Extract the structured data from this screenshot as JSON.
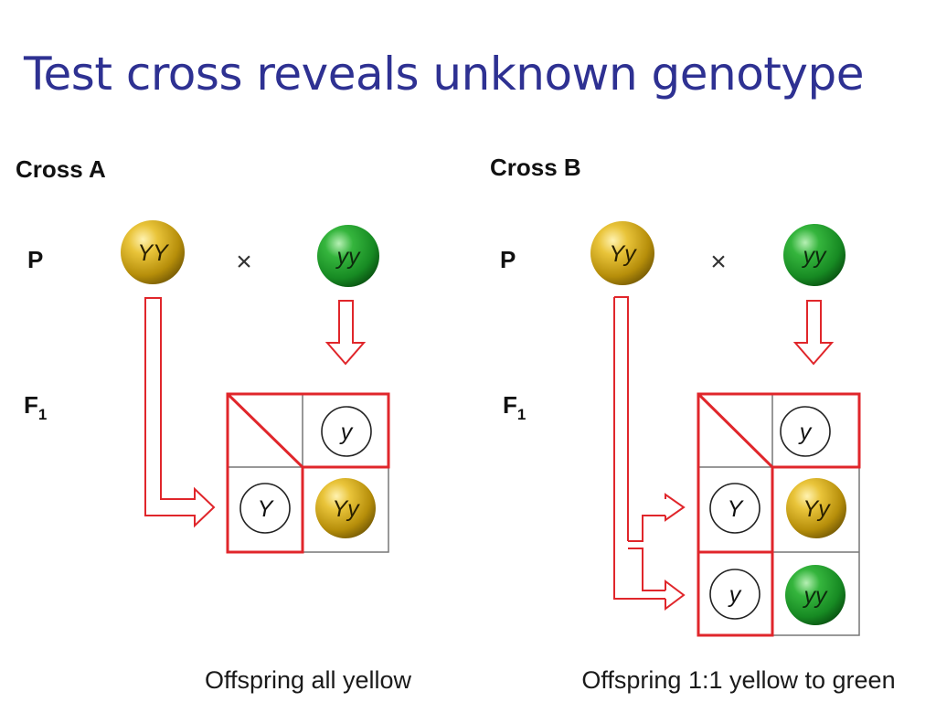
{
  "slide": {
    "title": "Test cross reveals unknown genotype"
  },
  "cross_a": {
    "label": "Cross A",
    "generation_p": "P",
    "generation_f1": "F",
    "generation_f1_sub": "1",
    "parent_1": {
      "genotype": "YY",
      "color": "#c9a20f"
    },
    "cross_symbol": "×",
    "parent_2": {
      "genotype": "yy",
      "color": "#1f9a2e"
    },
    "gamete_col": "y",
    "gamete_row": "Y",
    "offspring": {
      "genotype": "Yy",
      "color": "#c9a20f"
    },
    "caption": "Offspring all yellow"
  },
  "cross_b": {
    "label": "Cross B",
    "generation_p": "P",
    "generation_f1": "F",
    "generation_f1_sub": "1",
    "parent_1": {
      "genotype": "Yy",
      "color": "#c9a20f"
    },
    "cross_symbol": "×",
    "parent_2": {
      "genotype": "yy",
      "color": "#1f9a2e"
    },
    "gamete_col": "y",
    "gamete_row_1": "Y",
    "gamete_row_2": "y",
    "offspring_1": {
      "genotype": "Yy",
      "color": "#c9a20f"
    },
    "offspring_2": {
      "genotype": "yy",
      "color": "#1f9a2e"
    },
    "caption": "Offspring 1:1 yellow to green"
  },
  "colors": {
    "title": "#2e3192",
    "arrow_red": "#e0262b",
    "yellow_pea": "#c9a20f",
    "green_pea": "#1f9a2e"
  }
}
